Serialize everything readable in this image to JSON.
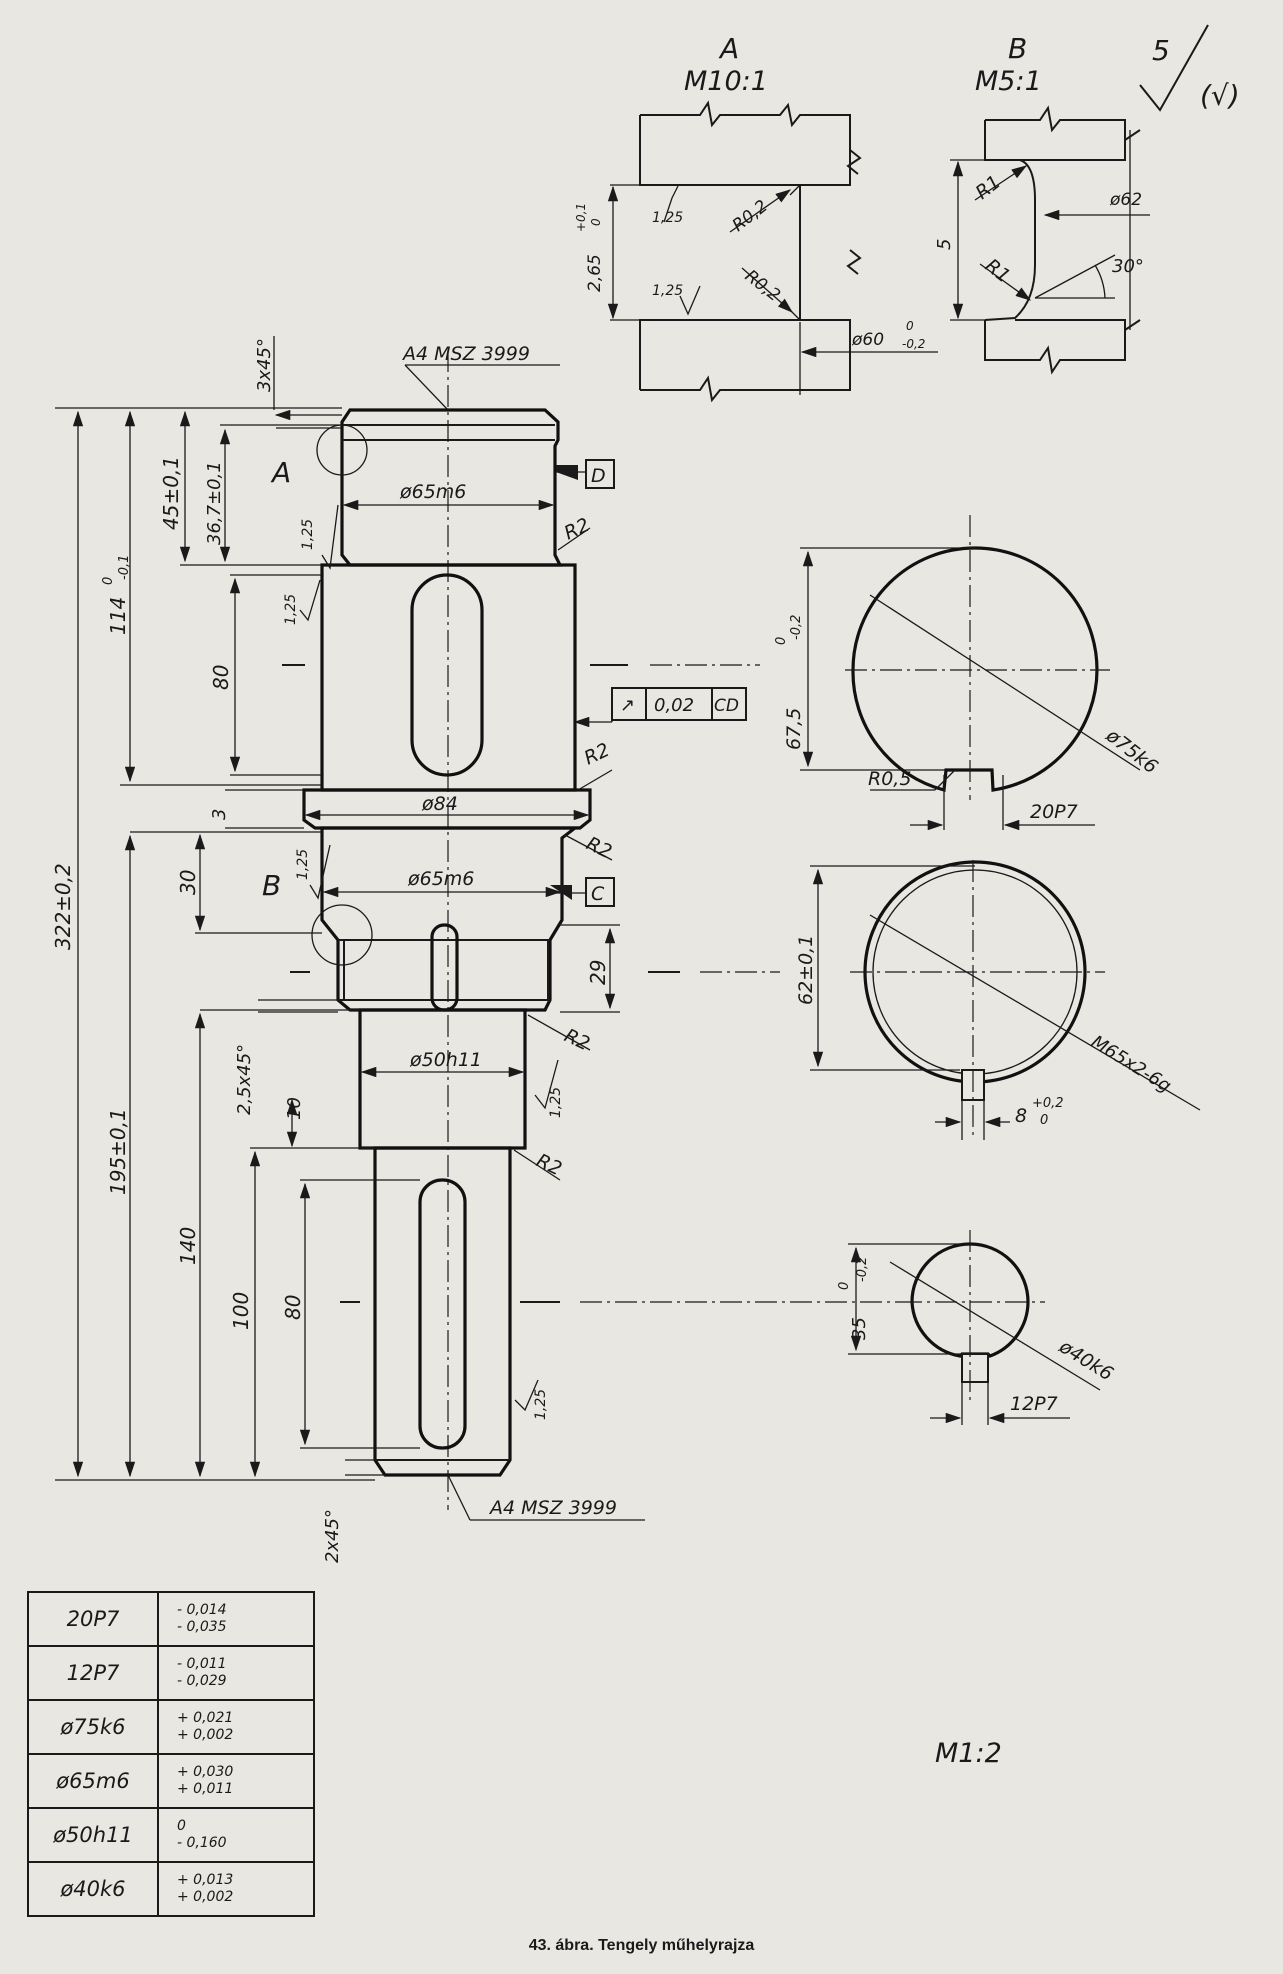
{
  "detail_a": {
    "letter": "A",
    "scale": "M10:1",
    "dim_height": "2,65",
    "dim_height_tol_upper": "+0,1",
    "dim_height_tol_lower": "0",
    "roughness_1": "1,25",
    "roughness_2": "1,25",
    "radius_1": "R0,2",
    "radius_2": "R0,2",
    "diameter": "ø60",
    "diameter_tol_upper": "0",
    "diameter_tol_lower": "-0,2"
  },
  "detail_b": {
    "letter": "B",
    "scale": "M5:1",
    "radius_1": "R1",
    "radius_2": "R1",
    "diameter": "ø62",
    "height": "5",
    "angle": "30°"
  },
  "roughness_general": {
    "value": "5",
    "note": "(√)"
  },
  "main_view": {
    "center_hole_top": "A4 MSZ 3999",
    "center_hole_bottom": "A4 MSZ 3999",
    "chamfer_top": "3x45°",
    "chamfer_mid": "2,5x45°",
    "chamfer_bottom": "2x45°",
    "detail_label_a": "A",
    "detail_label_b": "B",
    "datum_d": "D",
    "datum_c": "C",
    "dia_65m6_top": "ø65m6",
    "dia_84": "ø84",
    "dia_65m6_bottom": "ø65m6",
    "dia_50h11": "ø50h11",
    "r2_labels": [
      "R2",
      "R2",
      "R2",
      "R2",
      "R2"
    ],
    "roughness_labels": [
      "1,25",
      "1,25",
      "1,25",
      "1,25",
      "1,25"
    ],
    "runout_tolerance": {
      "symbol": "↗",
      "value": "0,02",
      "datum": "CD"
    },
    "dims": {
      "total": "322±0,2",
      "upper_114": "114",
      "upper_114_tol_upper": "0",
      "upper_114_tol_lower": "-0,1",
      "d45": "45±0,1",
      "d36": "36,7±0,1",
      "d80_top": "80",
      "d3": "3",
      "d30": "30",
      "d29": "29",
      "d195": "195±0,1",
      "d140": "140",
      "d10": "10",
      "d100": "100",
      "d80_bottom": "80"
    }
  },
  "sections": {
    "s1": {
      "height": "67,5",
      "height_tol_upper": "0",
      "height_tol_lower": "-0,2",
      "diameter": "ø75k6",
      "radius": "R0,5",
      "key_width": "20P7"
    },
    "s2": {
      "height": "62±0,1",
      "thread": "M65x2-6g",
      "groove": "8",
      "groove_tol_upper": "+0,2",
      "groove_tol_lower": "0"
    },
    "s3": {
      "height": "35",
      "height_tol_upper": "0",
      "height_tol_lower": "-0,2",
      "diameter": "ø40k6",
      "key_width": "12P7"
    }
  },
  "scale_main": "M1:2",
  "tolerance_table": [
    {
      "code": "20P7",
      "upper": "- 0,014",
      "lower": "- 0,035"
    },
    {
      "code": "12P7",
      "upper": "- 0,011",
      "lower": "- 0,029"
    },
    {
      "code": "ø75k6",
      "upper": "+ 0,021",
      "lower": "+ 0,002"
    },
    {
      "code": "ø65m6",
      "upper": "+ 0,030",
      "lower": "+ 0,011"
    },
    {
      "code": "ø50h11",
      "upper": "0",
      "lower": "- 0,160"
    },
    {
      "code": "ø40k6",
      "upper": "+ 0,013",
      "lower": "+ 0,002"
    }
  ],
  "caption": "43. ábra. Tengely műhelyrajza"
}
